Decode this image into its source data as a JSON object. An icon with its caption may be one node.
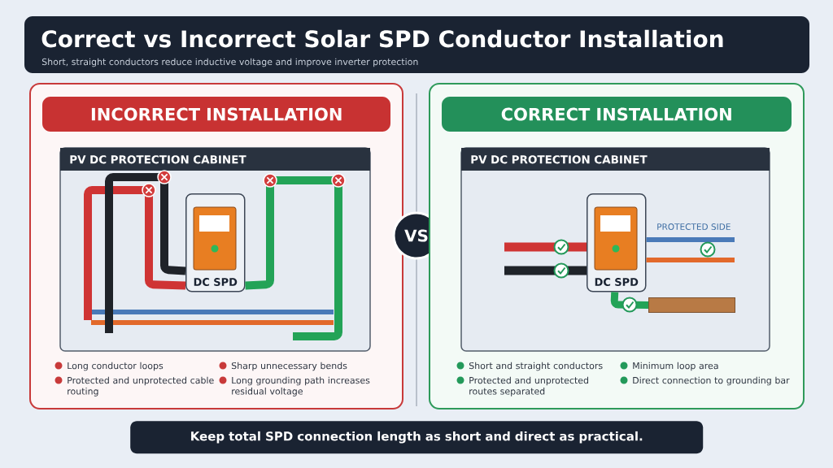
{
  "diagram": {
    "title": "Correct vs Incorrect Solar SPD Conductor Installation",
    "nodes": [
      {
        "text": [
          "INCORRECT INSTALLATION"
        ]
      },
      {
        "text": [
          "PV DC PROTECTION CABINET"
        ],
        "in": 0
      },
      {
        "text": [
          "DC SPD"
        ],
        "in": 1
      },
      {
        "text": [
          "VS"
        ]
      },
      {
        "text": [
          "CORRECT INSTALLATION"
        ]
      },
      {
        "text": [
          "PV DC PROTECTION CABINET"
        ],
        "in": 4
      },
      {
        "text": [
          "DC SPD"
        ],
        "in": 5
      },
      {
        "text": [],
        "shape": "bar",
        "in": 5
      },
      {
        "text": [
          "Keep total SPD connection length as short and direct as practical."
        ]
      }
    ],
    "edges": [
      {
        "from": null,
        "to": 2,
        "arrow": "none",
        "color": "#cf3434"
      },
      {
        "from": null,
        "to": 2,
        "arrow": "none",
        "color": "#1f2329"
      },
      {
        "from": 2,
        "to": null,
        "arrow": "none",
        "color": "#23a357"
      },
      {
        "from": null,
        "to": 6,
        "arrow": "none",
        "color": "#cf3434"
      },
      {
        "from": null,
        "to": 6,
        "arrow": "none",
        "color": "#1f2329"
      },
      {
        "from": 6,
        "to": null,
        "arrow": "none",
        "color": "#4a7ab8"
      },
      {
        "from": 6,
        "to": null,
        "arrow": "none",
        "color": "#e2692b"
      },
      {
        "from": 6,
        "to": 7,
        "arrow": "none",
        "color": "#23a357"
      }
    ],
    "labels": [
      "Short, straight conductors reduce inductive voltage and improve inverter protection",
      "Long conductor loops",
      "Sharp unnecessary bends",
      "Protected and unprotected cable routing",
      "Long grounding path increases residual voltage",
      "PROTECTED SIDE",
      "Short and straight conductors",
      "Minimum loop area",
      "Protected and unprotected routes separated",
      "Direct connection to grounding bar"
    ]
  }
}
